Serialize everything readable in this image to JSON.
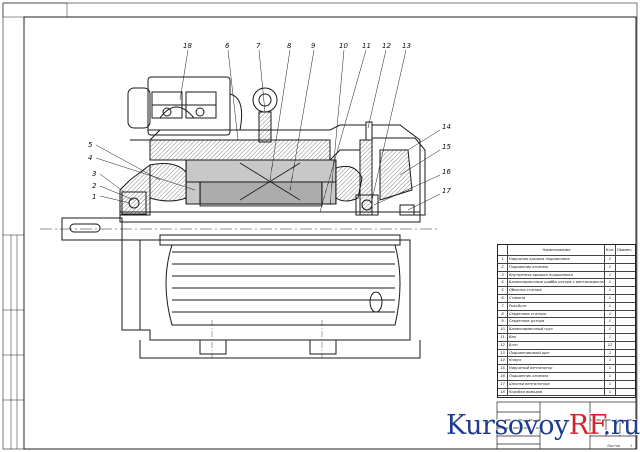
{
  "drawing": {
    "callouts": [
      "1",
      "2",
      "3",
      "4",
      "5",
      "6",
      "7",
      "8",
      "9",
      "10",
      "11",
      "12",
      "13",
      "14",
      "15",
      "16",
      "17",
      "18"
    ],
    "spec_table": {
      "headers": {
        "num": "",
        "name": "Наименование",
        "qty": "Кол.",
        "note": "Примеч."
      },
      "rows": [
        {
          "num": "1",
          "name": "Наружная крышка подшипника",
          "qty": "1"
        },
        {
          "num": "2",
          "name": "Подшипник качения",
          "qty": "1"
        },
        {
          "num": "3",
          "name": "Внутренняя крышка подшипника",
          "qty": "1"
        },
        {
          "num": "4",
          "name": "Балансировочные шайбы ротора с вентиляционной лопаткой",
          "qty": "1"
        },
        {
          "num": "5",
          "name": "Обмотка статора",
          "qty": "1"
        },
        {
          "num": "6",
          "name": "Станина",
          "qty": "1"
        },
        {
          "num": "7",
          "name": "Рым-болт",
          "qty": "1"
        },
        {
          "num": "8",
          "name": "Сердечник статора",
          "qty": "1"
        },
        {
          "num": "9",
          "name": "Сердечник ротора",
          "qty": "1"
        },
        {
          "num": "10",
          "name": "Балансировочный груз",
          "qty": "1"
        },
        {
          "num": "11",
          "name": "Вал",
          "qty": "1"
        },
        {
          "num": "12",
          "name": "Болт",
          "qty": "12"
        },
        {
          "num": "13",
          "name": "Подшипниковый щит",
          "qty": "1"
        },
        {
          "num": "14",
          "name": "Кожух",
          "qty": "1"
        },
        {
          "num": "15",
          "name": "Наружный вентилятор",
          "qty": "1"
        },
        {
          "num": "16",
          "name": "Подшипник качения",
          "qty": "1"
        },
        {
          "num": "17",
          "name": "Шпонка вентилятора",
          "qty": "1"
        },
        {
          "num": "18",
          "name": "Коробка выводов",
          "qty": "1"
        }
      ]
    },
    "title_block": {
      "sheet_label": "Листов",
      "sheet_count": "1"
    },
    "watermark": {
      "brand": "Kursovoy",
      "accent": "RF",
      "suffix": ".ru"
    }
  },
  "colors": {
    "line": "#1a1a1a",
    "hatch": "#333333",
    "brand_blue": "#1e3c8c",
    "brand_red": "#d2232a"
  }
}
